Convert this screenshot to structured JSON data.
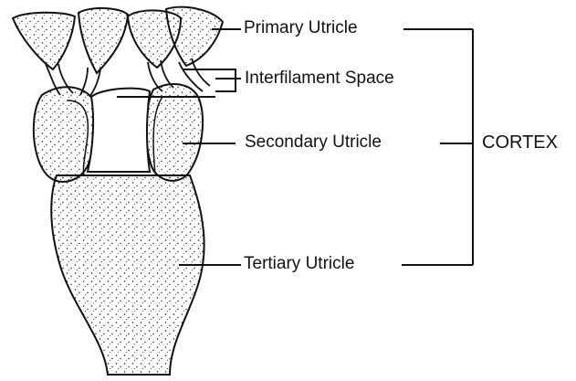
{
  "diagram": {
    "labels": {
      "primary": "Primary Utricle",
      "interfilament": "Interfilament Space",
      "secondary": "Secondary Utricle",
      "tertiary": "Tertiary Utricle",
      "group": "CORTEX"
    },
    "colors": {
      "ink": "#111111",
      "background": "#ffffff"
    }
  }
}
